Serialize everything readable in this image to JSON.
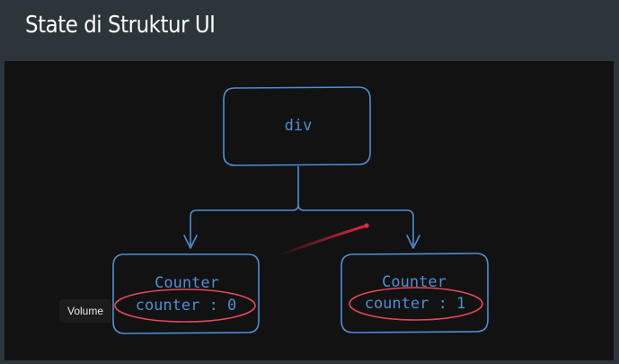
{
  "slide": {
    "title": "State di Struktur UI"
  },
  "diagram": {
    "root": {
      "label": "div"
    },
    "children": [
      {
        "label": "Counter",
        "state": "counter : 0"
      },
      {
        "label": "Counter",
        "state": "counter : 1"
      }
    ],
    "colors": {
      "node": "#4f8fd4",
      "highlight": "#e4485b",
      "laser": "#e8263f",
      "background": "#121212",
      "header": "#2b353a"
    }
  },
  "player": {
    "tooltip": "Volume"
  }
}
